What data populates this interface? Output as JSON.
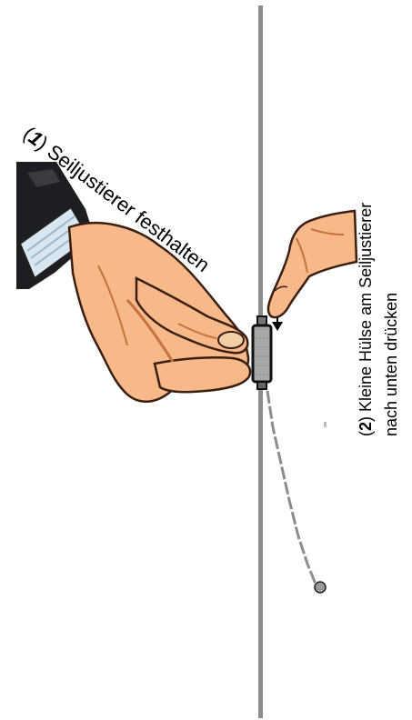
{
  "step1": {
    "number": "1",
    "text": ") Seiljustierer festhalten",
    "open_paren": "("
  },
  "step2": {
    "number": "2",
    "line1": ")  Kleine Hülse am  Seiljustierer",
    "open_paren": "(",
    "line2": "nach unten drücken"
  },
  "colors": {
    "rope": "#8c8c8c",
    "skin": "#f7b98a",
    "skin_shadow": "#c8713f",
    "sleeve": "#1e1e22",
    "cuff": "#d8e6f2",
    "adjuster_body": "#a8a8a8",
    "adjuster_edge": "#111111"
  },
  "icons": [
    "left-hand-icon",
    "right-hand-icon",
    "rope-adjuster-icon",
    "arrow-down-icon",
    "rope-end-ball-icon"
  ]
}
